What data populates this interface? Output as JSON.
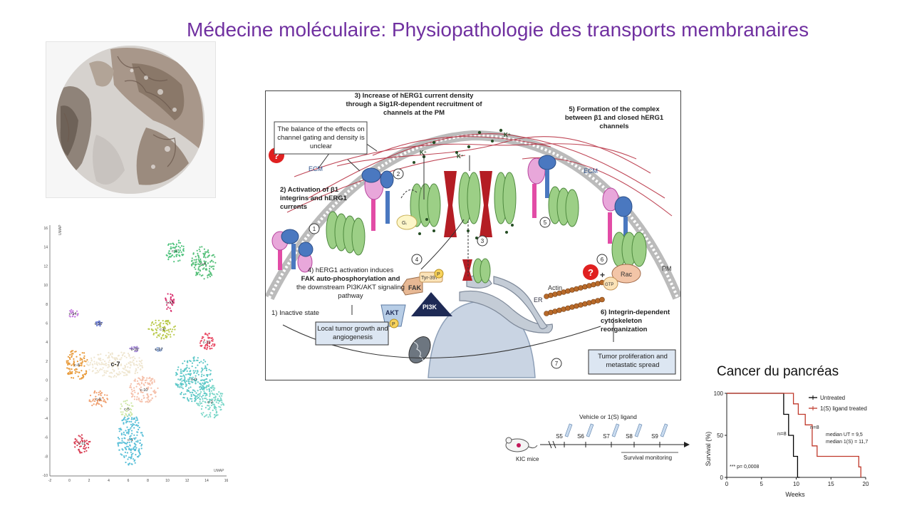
{
  "slide": {
    "title": "Médecine moléculaire: Physiopathologie des transports membranaires"
  },
  "umap": {
    "labels": [
      "c-0",
      "c-1",
      "c-2",
      "c-3",
      "c-4",
      "c-5",
      "c-6",
      "c-7",
      "c-8",
      "c-9",
      "c-10",
      "c-11",
      "c-12",
      "c-13",
      "c-14",
      "c-15",
      "c-16",
      "c-17"
    ],
    "x_ticks": [
      "-2",
      "0",
      "2",
      "4",
      "6",
      "8",
      "10",
      "12",
      "14",
      "16"
    ],
    "y_ticks": [
      "16",
      "14",
      "12",
      "10",
      "8",
      "6",
      "4",
      "2",
      "0",
      "-2",
      "-4",
      "-6",
      "-8",
      "-10"
    ],
    "x_axis_label": "UMAP",
    "y_axis_label": "UMAP"
  },
  "pathway": {
    "step3": "3) Increase of hERG1 current density through a Sig1R-dependent recruitment of channels at the PM",
    "balance_box": "The balance of the effects on channel gating and density is unclear",
    "step2_head": "2) Activation of β1",
    "step2_rest": "integrins and hERG1 currents",
    "step5": "5) Formation of the complex between β1 and closed hERG1 channels",
    "step4_head": "4) hERG1 activation induces",
    "step4_bold": "FAK auto-phosphorylation and",
    "step4_rest": "the downstream PI3K/AKT signaling pathway",
    "step1": "1) Inactive state",
    "box_local": "Local tumor growth and angiogenesis",
    "step6": "6) Integrin-dependent cytoskeleton reorganization",
    "box_tumor": "Tumor proliferation and metastatic spread",
    "ecm": "ECM",
    "pm": "PM",
    "er": "ER",
    "actin": "Actin",
    "fak": "FAK",
    "akt": "AKT",
    "pi3k": "PI3K",
    "tyr": "Tyr-397",
    "rac": "Rac",
    "gtp": "GTP",
    "gi": "Gᵢ",
    "p": "P",
    "k": "K⁺",
    "q": "?",
    "plus": "+",
    "numbers": [
      "1",
      "2",
      "3",
      "4",
      "5",
      "6",
      "7"
    ]
  },
  "cancer": {
    "title": "Cancer du pancréas"
  },
  "schedule": {
    "treatment": "Vehicle or 1(S) ligand",
    "mice": "KIC mice",
    "weeks": [
      "S5",
      "S6",
      "S7",
      "S8",
      "S9"
    ],
    "monitoring": "Survival monitoring"
  },
  "chart_data": {
    "type": "line",
    "title": "",
    "xlabel": "Weeks",
    "ylabel": "Survival (%)",
    "xlim": [
      0,
      20
    ],
    "ylim": [
      0,
      100
    ],
    "x_ticks": [
      0,
      5,
      10,
      15,
      20
    ],
    "y_ticks": [
      0,
      50,
      100
    ],
    "legend_position": "top-right",
    "series": [
      {
        "name": "Untreated",
        "color": "#000000",
        "x": [
          0,
          8.2,
          8.2,
          8.9,
          8.9,
          9.6,
          9.6,
          10.2,
          10.2,
          10.5
        ],
        "y": [
          100,
          100,
          75,
          75,
          50,
          50,
          25,
          25,
          0,
          0
        ]
      },
      {
        "name": "1(S) ligand treated",
        "color": "#c0392b",
        "x": [
          0,
          9.6,
          9.6,
          10.3,
          10.3,
          11.3,
          11.3,
          12.3,
          12.3,
          13.0,
          13.0,
          19.0,
          19.0,
          19.3,
          19.3
        ],
        "y": [
          100,
          100,
          87.5,
          87.5,
          75,
          75,
          62.5,
          62.5,
          37.5,
          37.5,
          25,
          25,
          12.5,
          12.5,
          0
        ]
      }
    ],
    "annotations": {
      "n_untreated": "n=8",
      "n_treated": "n=8",
      "median_ut": "median UT = 9,5",
      "median_1s": "median 1(S) = 11,7",
      "pvalue": "*** p= 0,0008"
    }
  }
}
